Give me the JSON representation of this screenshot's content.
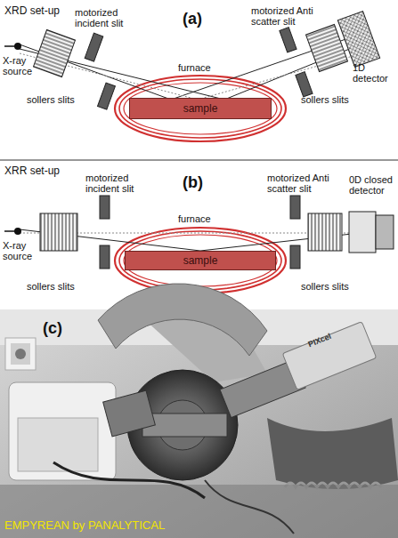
{
  "diagram": {
    "nodes": [
      {
        "text": [
          "sample"
        ]
      },
      {
        "text": [
          "sample"
        ]
      }
    ],
    "labels": [
      "XRD set-up",
      "motorized incident slit",
      "(a)",
      "motorized Anti scatter slit",
      "X-ray source",
      "1D detector",
      "furnace",
      "sollers slits",
      "sollers slits",
      "XRR set-up",
      "motorized incident slit",
      "(b)",
      "motorized Anti scatter slit",
      "X-ray source",
      "0D closed detector",
      "furnace",
      "sollers slits",
      "sollers slits",
      "(c)",
      "PIXcel",
      "EMPYREAN by PANALYTICAL"
    ]
  }
}
